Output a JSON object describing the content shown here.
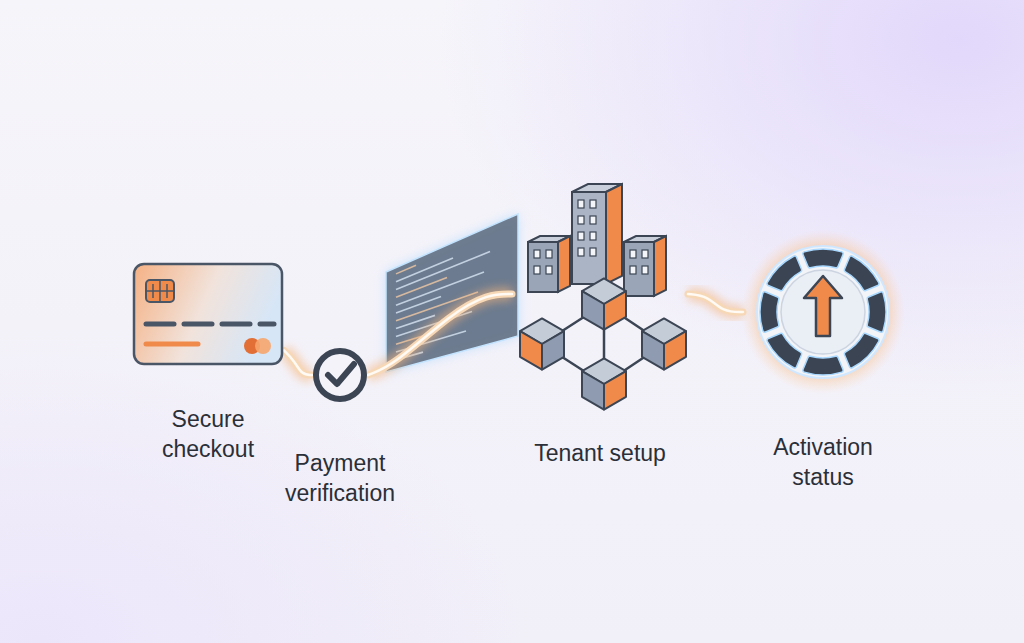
{
  "diagram": {
    "nodes": [
      {
        "text": [
          "Secure checkout"
        ]
      },
      {
        "text": [
          "Payment verification"
        ]
      },
      {
        "text": [
          "Tenant setup"
        ]
      },
      {
        "text": [
          "Activation status"
        ]
      }
    ],
    "edges": [
      {
        "from": 0,
        "to": 1,
        "arrow": "none"
      },
      {
        "from": 1,
        "to": 2,
        "arrow": "none"
      },
      {
        "from": 2,
        "to": 3,
        "arrow": "none"
      }
    ]
  }
}
